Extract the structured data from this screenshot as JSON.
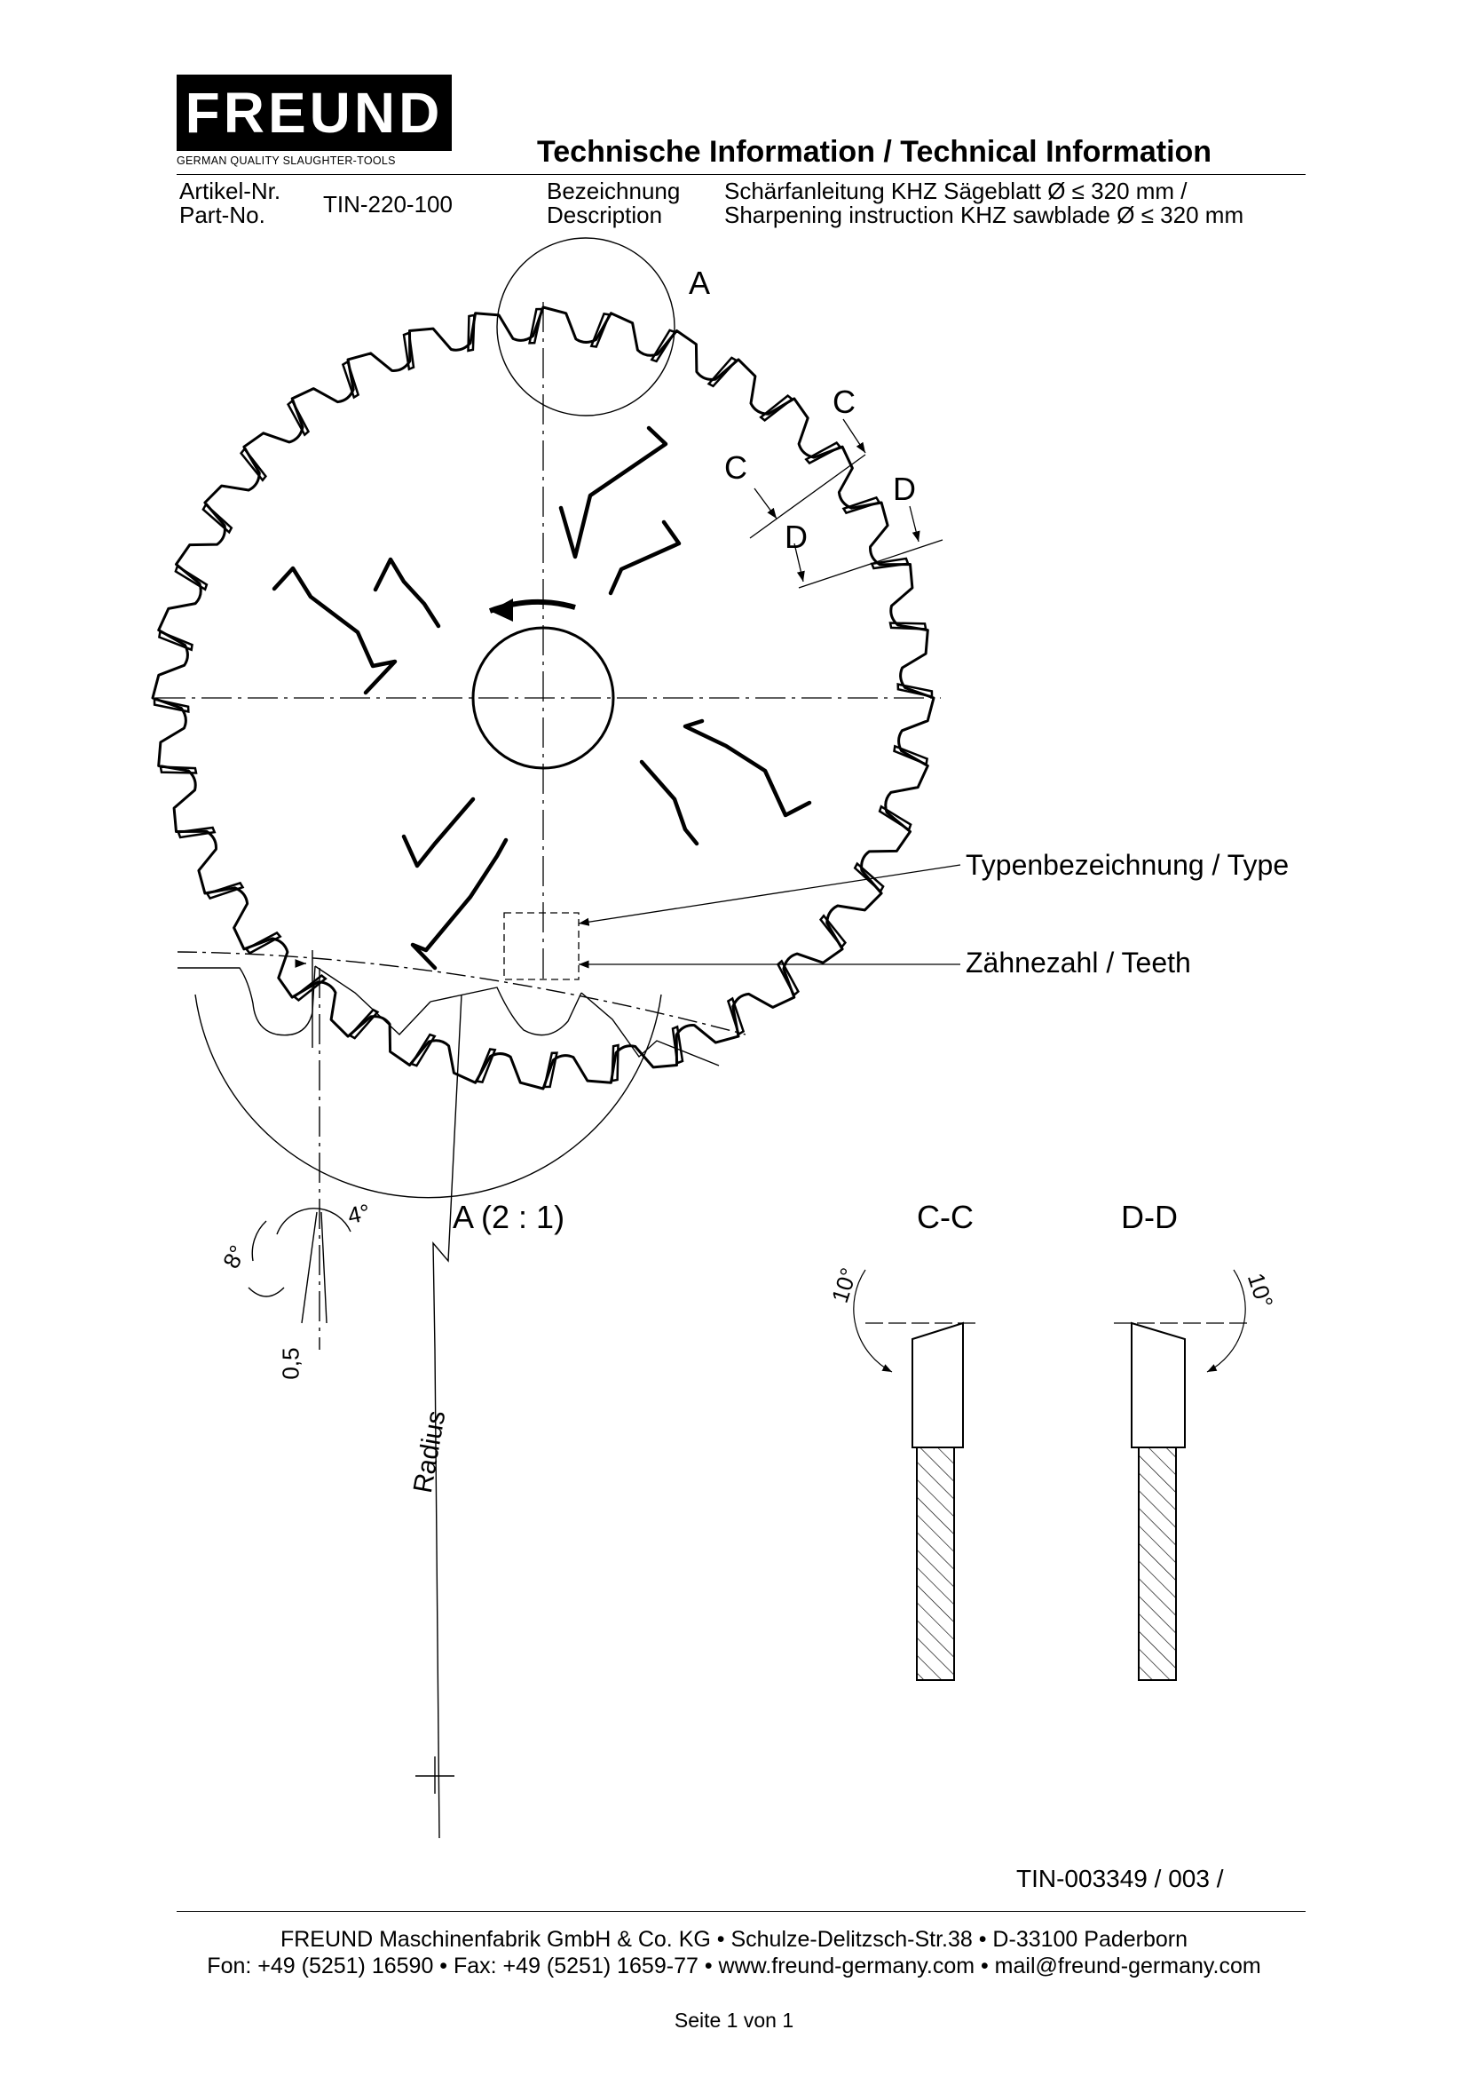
{
  "header": {
    "logo": "FREUND",
    "logo_tagline": "GERMAN QUALITY SLAUGHTER-TOOLS",
    "title": "Technische Information / Technical Information",
    "part_label_de": "Artikel-Nr.",
    "part_label_en": "Part-No.",
    "part_number": "TIN-220-100",
    "desc_label_de": "Bezeichnung",
    "desc_label_en": "Description",
    "desc_de": "Schärfanleitung KHZ Sägeblatt Ø ≤ 320 mm /",
    "desc_en": "Sharpening instruction KHZ sawblade Ø ≤ 320 mm"
  },
  "drawing": {
    "detail_marker": "A",
    "section_c1": "C",
    "section_c2": "C",
    "section_d1": "D",
    "section_d2": "D",
    "type_label": "Typenbezeichnung / Type",
    "teeth_label": "Zähnezahl / Teeth",
    "detail_title": "A (2 : 1)",
    "angle_8": "8°",
    "angle_4": "4°",
    "dim_05": "0,5",
    "radius_label": "Radius",
    "section_cc_title": "C-C",
    "section_dd_title": "D-D",
    "angle_cc": "10°",
    "angle_dd": "10°"
  },
  "document_number": "TIN-003349 / 003 /",
  "footer": {
    "company": "FREUND Maschinenfabrik GmbH & Co. KG • Schulze-Delitzsch-Str.38 • D-33100 Paderborn",
    "contact": "Fon: +49 (5251) 16590 • Fax: +49 (5251) 1659-77 • www.freund-germany.com • mail@freund-germany.com",
    "page": "Seite 1 von 1"
  }
}
